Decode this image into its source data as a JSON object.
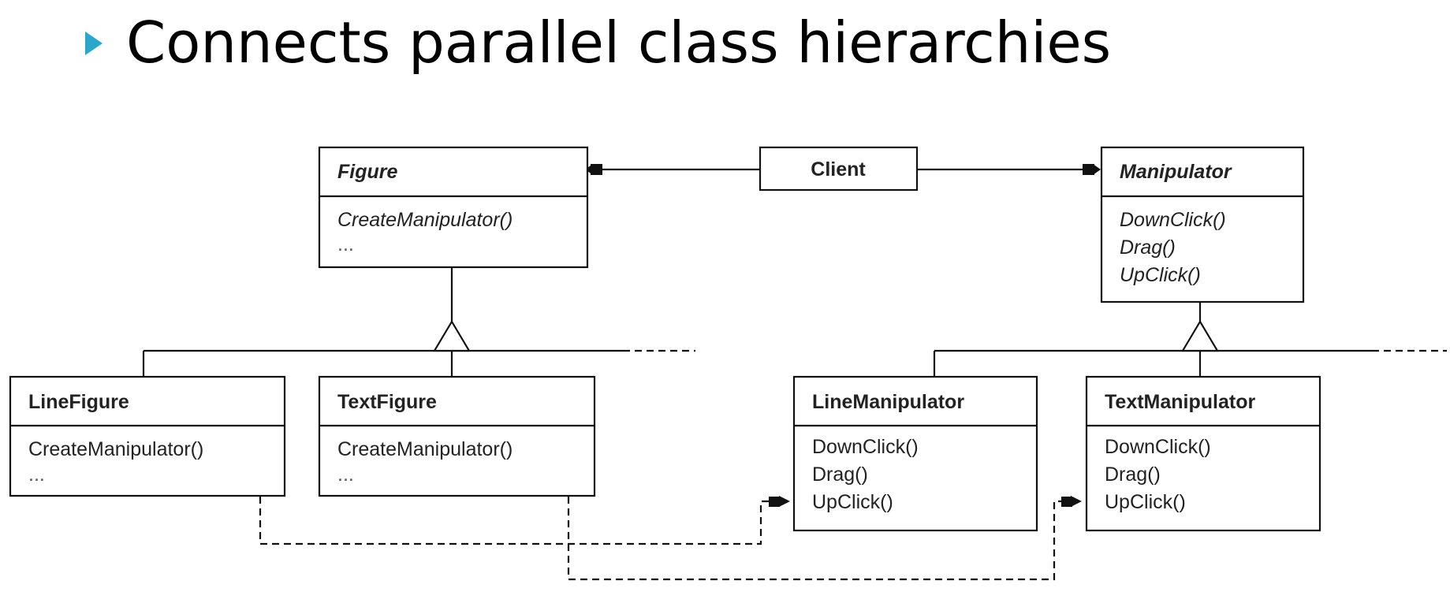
{
  "slide": {
    "heading": "Connects parallel class hierarchies"
  },
  "diagram": {
    "figure": {
      "name": "Figure",
      "ops": [
        "CreateManipulator()",
        "..."
      ]
    },
    "client": {
      "name": "Client"
    },
    "manipulator": {
      "name": "Manipulator",
      "ops": [
        "DownClick()",
        "Drag()",
        "UpClick()"
      ]
    },
    "line_figure": {
      "name": "LineFigure",
      "ops": [
        "CreateManipulator()",
        "..."
      ]
    },
    "text_figure": {
      "name": "TextFigure",
      "ops": [
        "CreateManipulator()",
        "..."
      ]
    },
    "line_manipulator": {
      "name": "LineManipulator",
      "ops": [
        "DownClick()",
        "Drag()",
        "UpClick()"
      ]
    },
    "text_manipulator": {
      "name": "TextManipulator",
      "ops": [
        "DownClick()",
        "Drag()",
        "UpClick()"
      ]
    }
  },
  "colors": {
    "bullet": "#2aa7c9",
    "text": "#000000",
    "line": "#111111"
  }
}
